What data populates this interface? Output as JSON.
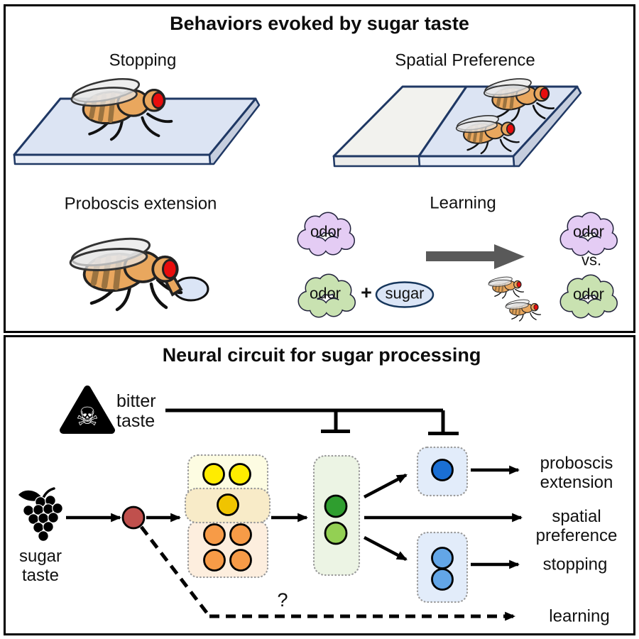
{
  "figure": {
    "top_panel": {
      "title": "Behaviors evoked by sugar taste",
      "stopping_label": "Stopping",
      "spatial_preference_label": "Spatial Preference",
      "proboscis_extension_label": "Proboscis extension",
      "learning_label": "Learning",
      "learning": {
        "odor_top_left": "odor",
        "odor_bottom_left": "odor",
        "plus": "+",
        "sugar": "sugar",
        "odor_top_right": "odor",
        "versus": "vs.",
        "odor_bottom_right": "odor"
      }
    },
    "bottom_panel": {
      "title": "Neural circuit for sugar processing",
      "bitter_input": {
        "line1": "bitter",
        "line2": "taste",
        "icon": "skull-crossbones-warning-triangle",
        "icon_glyph": "☠"
      },
      "sugar_input": {
        "line1": "sugar",
        "line2": "taste",
        "icon": "grapes"
      },
      "question_mark": "?",
      "outputs": {
        "proboscis_line1": "proboscis",
        "proboscis_line2": "extension",
        "spatial_line1": "spatial",
        "spatial_line2": "preference",
        "stopping": "stopping",
        "learning": "learning"
      }
    },
    "colors": {
      "panel_border": "#000000",
      "platform_blue": "#dce4f3",
      "platform_white": "#f2f2ee",
      "platform_front": "#e9eef7",
      "platform_front_white": "#ececea",
      "platform_side": "#c6cede",
      "platform_edge": "#1f3864",
      "odor_purple": "#e4ccf4",
      "odor_green": "#c9e2b1",
      "sugar_drop_blue": "#dbe5f6",
      "transition_arrow_gray": "#595959",
      "sensory_neuron_red": "#c0504d",
      "neuron_yellow": "#ffec00",
      "neuron_gold": "#f0c400",
      "neuron_orange": "#f79b47",
      "neuron_green_dark": "#2f9e2f",
      "neuron_green_light": "#93d053",
      "neuron_blue_dark": "#1a6fd4",
      "neuron_blue_mid": "#63a6e7",
      "box_yellow": "#fdfce2",
      "box_gold": "#f8ebc8",
      "box_orange": "#fdeede",
      "box_green": "#ecf4e4",
      "box_blue": "#e2ecfa",
      "fly_body": "#e9a75e",
      "fly_eye": "#e80d0d"
    }
  }
}
